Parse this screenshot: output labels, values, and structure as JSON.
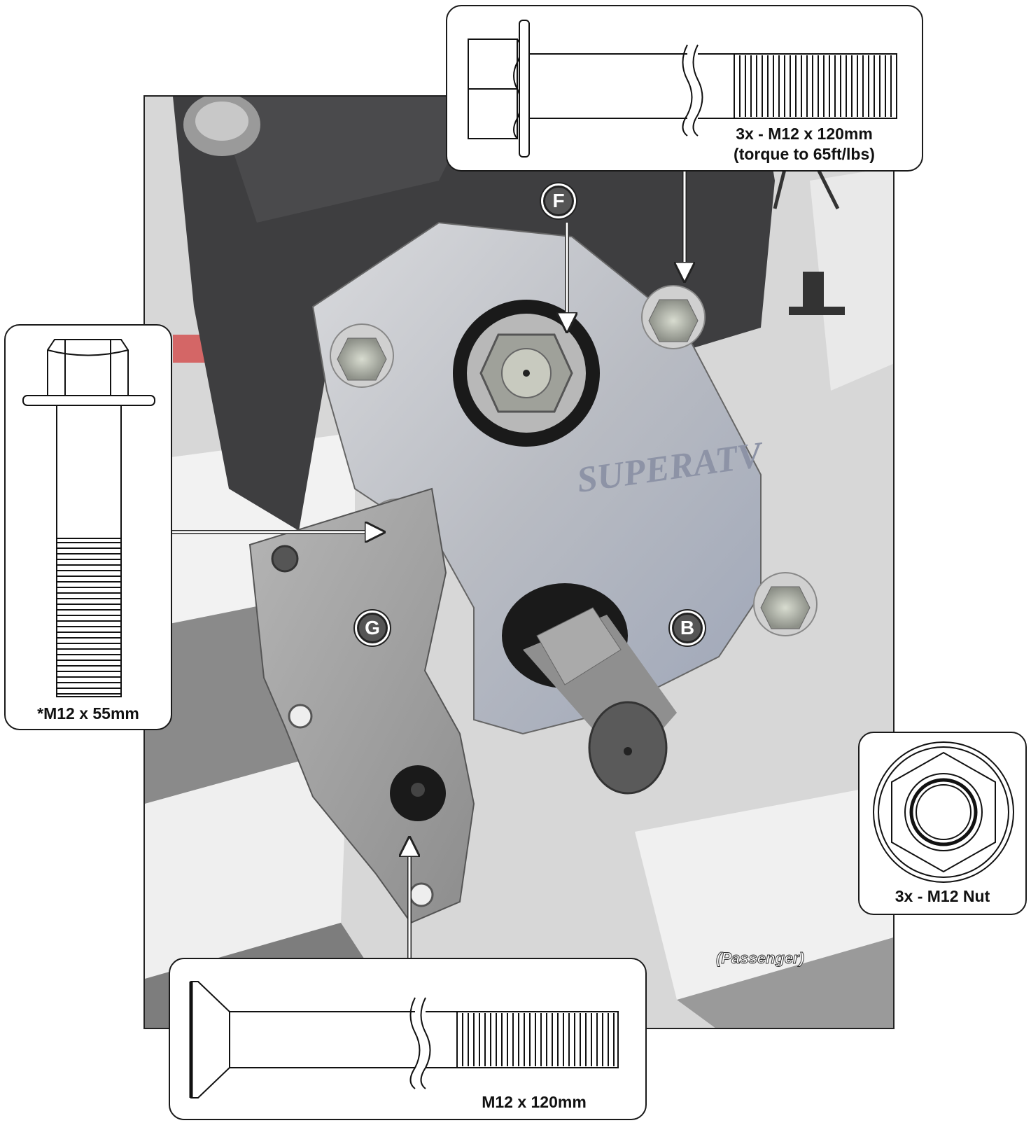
{
  "callouts": {
    "top_bolt": {
      "line1": "3x - M12 x 120mm",
      "line2": "(torque to 65ft/lbs)"
    },
    "left_bolt": {
      "label": "*M12 x 55mm"
    },
    "nut": {
      "label": "3x - M12 Nut"
    },
    "bottom_bolt": {
      "label": "M12 x 120mm"
    }
  },
  "badges": {
    "f": "F",
    "g": "G",
    "b": "B"
  },
  "side_note": "(Passenger)",
  "logo_text": "SUPERATV",
  "colors": {
    "photo_floor_light": "#e6e6e6",
    "photo_floor_dark": "#7a7a7a",
    "plate": "#c4c6cb",
    "badge": "#555555",
    "line": "#1a1a1a"
  }
}
